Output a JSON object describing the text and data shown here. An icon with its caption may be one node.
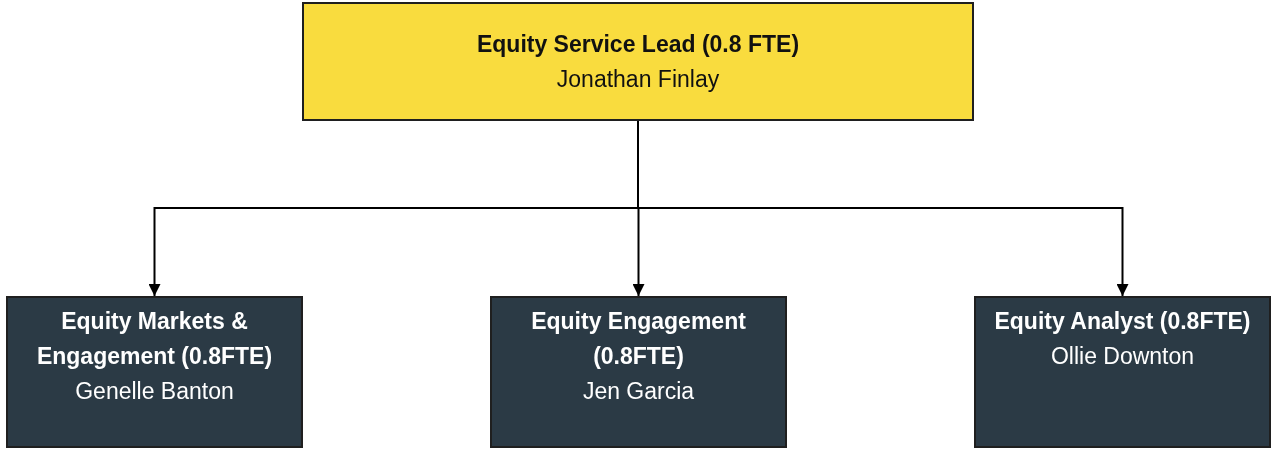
{
  "diagram": {
    "nodes": [
      {
        "text": [
          "Equity Service Lead (0.8 FTE)",
          "Jonathan Finlay"
        ]
      },
      {
        "text": [
          "Equity Markets & Engagement (0.8FTE)",
          "Genelle Banton"
        ]
      },
      {
        "text": [
          "Equity Engagement (0.8FTE)",
          "Jen Garcia"
        ]
      },
      {
        "text": [
          "Equity Analyst (0.8FTE)",
          "Ollie Downton"
        ]
      }
    ],
    "edges": [
      {
        "from": 0,
        "to": 1,
        "arrow": "to"
      },
      {
        "from": 0,
        "to": 2,
        "arrow": "to"
      },
      {
        "from": 0,
        "to": 3,
        "arrow": "to"
      }
    ]
  }
}
